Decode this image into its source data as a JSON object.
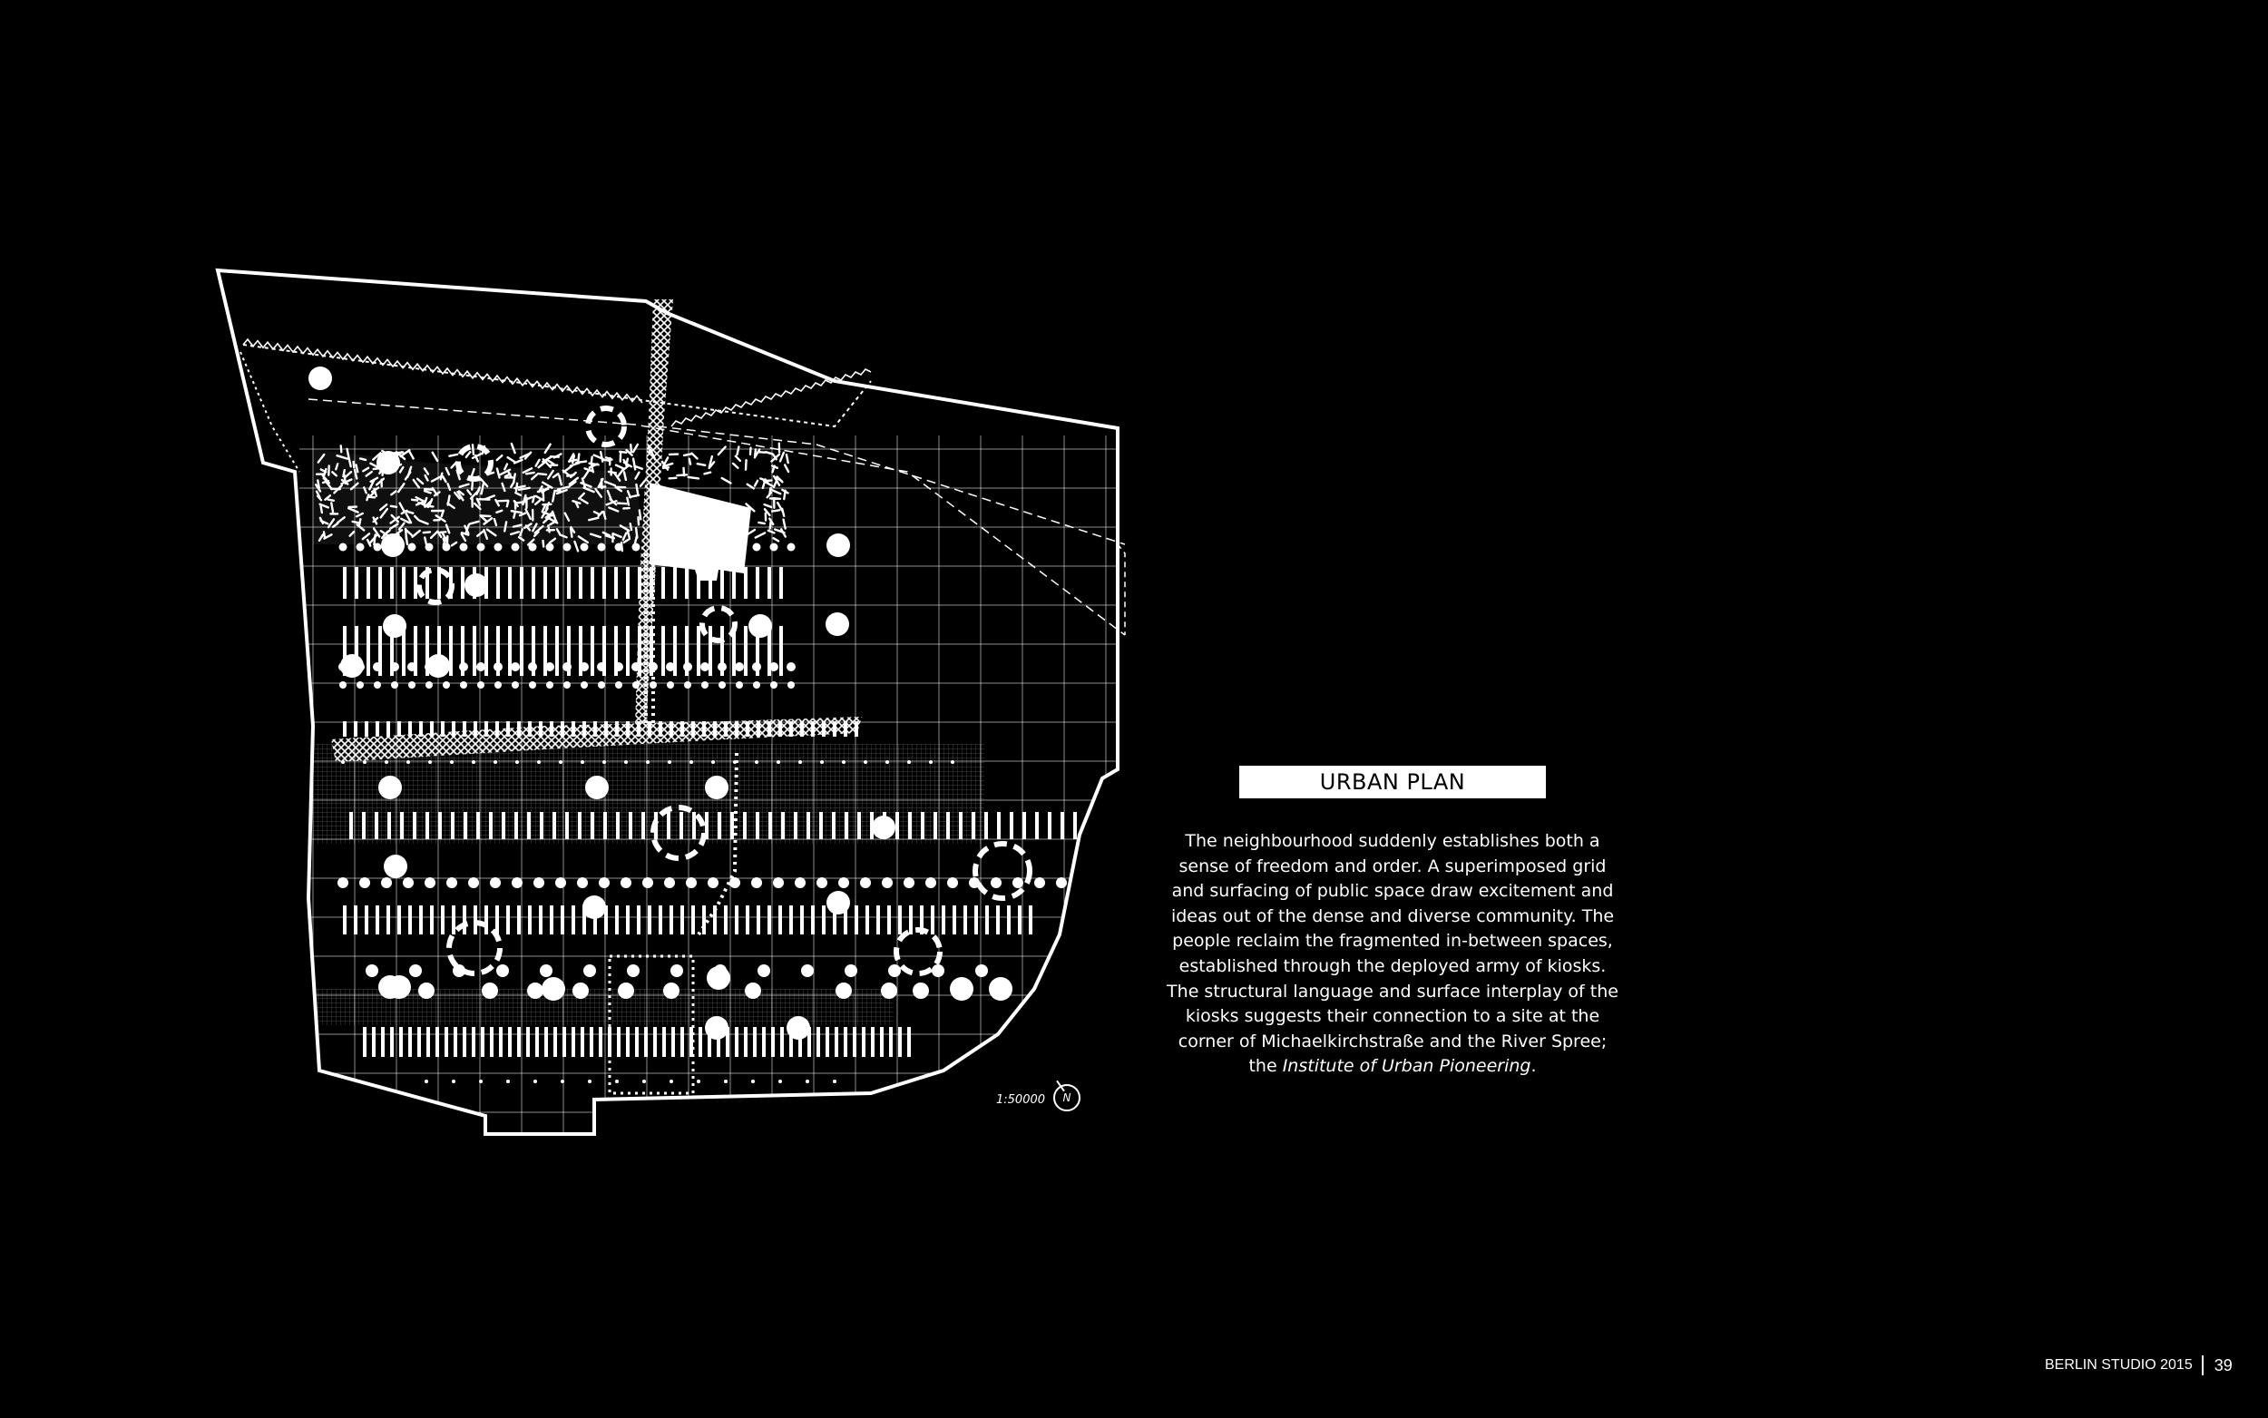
{
  "section_title": "URBAN PLAN",
  "body_lines": [
    "The neighbourhood suddenly establishes both a",
    "sense of freedom and order.  A superimposed grid",
    "and surfacing of public space draw excitement and",
    "ideas out of the dense and diverse community.  The",
    "people reclaim the fragmented in-between spaces,",
    "established through the deployed army of kiosks.",
    "The structural language and surface interplay of the",
    "kiosks suggests their connection to a site at the",
    "corner of Michaelkirchstraße and the River Spree;"
  ],
  "body_last_prefix": "the ",
  "body_last_italic": "Institute of Urban Pioneering",
  "body_last_suffix": ".",
  "scale": "1:50000",
  "north_label": "N",
  "footer": {
    "studio": "BERLIN STUDIO 2015",
    "page": "39"
  },
  "colors": {
    "background": "#000000",
    "foreground": "#ffffff"
  }
}
